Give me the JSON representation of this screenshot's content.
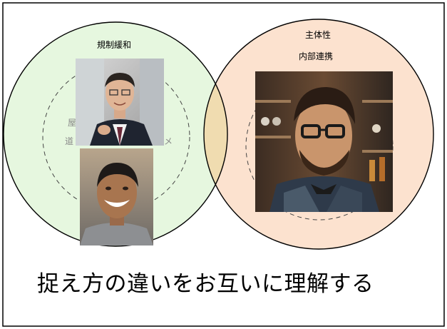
{
  "left_circle": {
    "title": "規制緩和",
    "faint_line_1": "屋",
    "faint_line_2": "道",
    "faint_trail": "メ",
    "fill": "#e6f7df"
  },
  "right_circle": {
    "title_line_1": "主体性",
    "title_line_2": "内部連携",
    "fill": "#fce2cf"
  },
  "overlap_fill": "#f0dcb0",
  "caption": "捉え方の違いをお互いに理解する",
  "photos": [
    {
      "name": "man-in-suit-photo"
    },
    {
      "name": "smiling-man-photo"
    },
    {
      "name": "bearded-man-with-glasses-photo"
    }
  ]
}
